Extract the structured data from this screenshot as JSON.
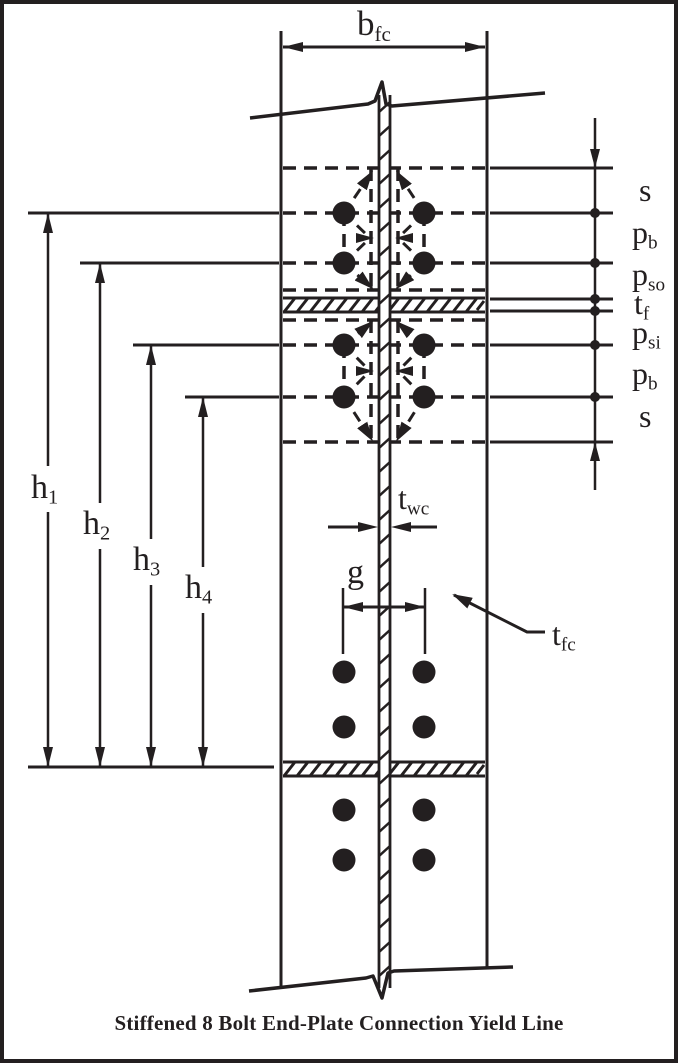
{
  "page": {
    "background": "#ffffff",
    "ink": "#231f20"
  },
  "caption": "Stiffened 8 Bolt End-Plate Connection Yield Line",
  "labels": {
    "flange_width": {
      "base": "b",
      "sub": "fc"
    },
    "web_thickness": {
      "base": "t",
      "sub": "wc"
    },
    "column_flange_thickness": {
      "base": "t",
      "sub": "fc"
    },
    "gauge": {
      "base": "g",
      "sub": ""
    },
    "left_dims": [
      {
        "base": "h",
        "sub": "1"
      },
      {
        "base": "h",
        "sub": "2"
      },
      {
        "base": "h",
        "sub": "3"
      },
      {
        "base": "h",
        "sub": "4"
      }
    ],
    "right_dims": [
      {
        "base": "s",
        "sub": ""
      },
      {
        "base": "p",
        "sub": "b"
      },
      {
        "base": "p",
        "sub": "so"
      },
      {
        "base": "t",
        "sub": "f"
      },
      {
        "base": "p",
        "sub": "si"
      },
      {
        "base": "p",
        "sub": "b"
      },
      {
        "base": "s",
        "sub": ""
      }
    ]
  }
}
